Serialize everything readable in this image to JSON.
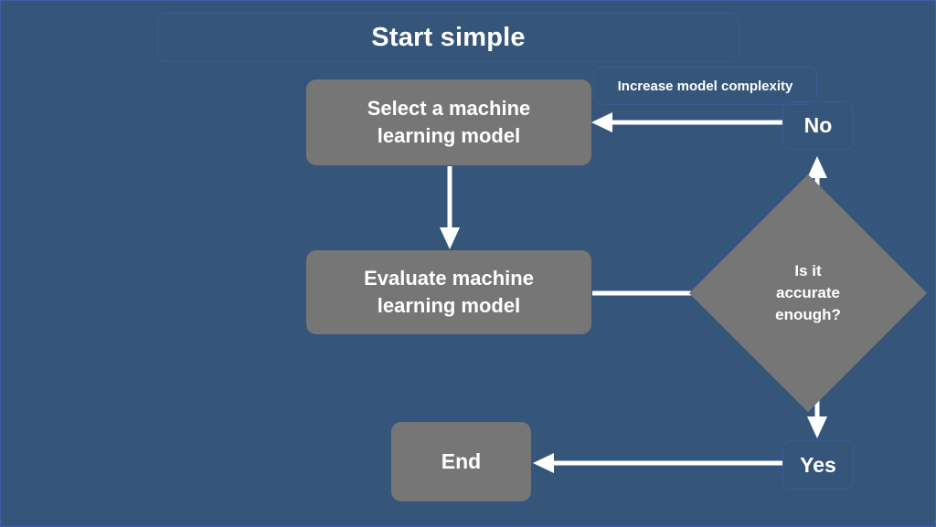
{
  "diagram": {
    "title": "Start simple",
    "type": "flowchart",
    "background_color": "#35567a",
    "node_color": "#767676",
    "text_color": "#ffffff",
    "edge_color": "#ffffff",
    "label_border_color": "#3a5b94",
    "nodes": [
      {
        "id": "select",
        "shape": "rounded-rect",
        "label": "Select a machine\nlearning model"
      },
      {
        "id": "evaluate",
        "shape": "rounded-rect",
        "label": "Evaluate machine\nlearning model"
      },
      {
        "id": "decision",
        "shape": "diamond",
        "label": "Is it\naccurate\nenough?"
      },
      {
        "id": "end",
        "shape": "rounded-rect",
        "label": "End"
      }
    ],
    "edge_labels": [
      {
        "id": "no",
        "label": "No"
      },
      {
        "id": "yes",
        "label": "Yes"
      },
      {
        "id": "increase",
        "label": "Increase model complexity"
      }
    ],
    "edges": [
      {
        "from": "select",
        "to": "evaluate",
        "label": "",
        "direction": "down"
      },
      {
        "from": "evaluate",
        "to": "decision",
        "label": "",
        "direction": "right"
      },
      {
        "from": "decision",
        "to": "no",
        "label": "No",
        "direction": "up"
      },
      {
        "from": "no",
        "to": "select",
        "label": "Increase model complexity",
        "direction": "left"
      },
      {
        "from": "decision",
        "to": "yes",
        "label": "Yes",
        "direction": "down"
      },
      {
        "from": "yes",
        "to": "end",
        "label": "",
        "direction": "left"
      }
    ]
  },
  "text": {
    "title": "Start simple",
    "select_line1": "Select a machine",
    "select_line2": "learning model",
    "evaluate_line1": "Evaluate machine",
    "evaluate_line2": "learning model",
    "decision": "Is it\naccurate\nenough?",
    "end": "End",
    "no": "No",
    "yes": "Yes",
    "increase": "Increase model complexity"
  }
}
